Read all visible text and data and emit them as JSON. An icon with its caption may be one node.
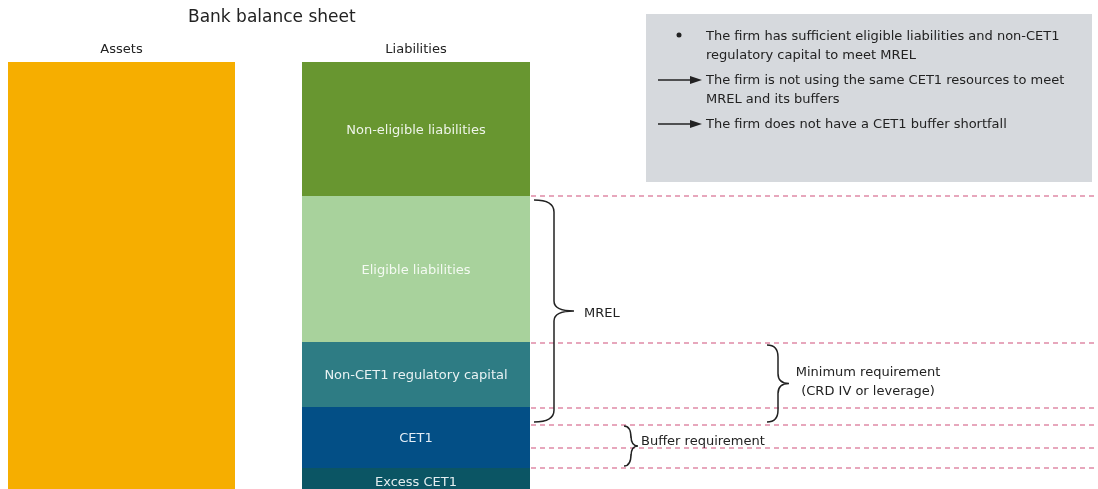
{
  "diagram": {
    "title": "Bank balance sheet",
    "nodes": [
      {
        "text": [
          "Assets"
        ]
      },
      {
        "text": [
          "Liabilities"
        ]
      },
      {
        "text": [
          "Non-eligible liabilities"
        ],
        "in": 1
      },
      {
        "text": [
          "Eligible liabilities"
        ],
        "in": 1
      },
      {
        "text": [
          "Non-CET1 regulatory capital"
        ],
        "in": 1
      },
      {
        "text": [
          "CET1"
        ],
        "in": 1
      },
      {
        "text": [
          "Excess CET1"
        ],
        "in": 1
      },
      {
        "text": [
          "The firm has sufficient eligible liabilities and non-CET1 regulatory capital to meet MREL",
          "The firm is not using the same CET1 resources to meet MREL and its buffers",
          "The firm does not have a CET1 buffer shortfall"
        ]
      }
    ],
    "edges": [],
    "labels": [
      "MREL",
      "Minimum requirement (CRD IV or leverage)",
      "Buffer requirement"
    ]
  }
}
